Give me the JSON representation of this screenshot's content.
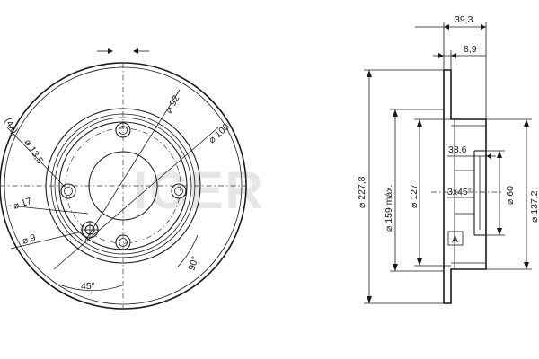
{
  "brand": {
    "watermark": "ICER",
    "watermark_color": "#e6e6e6"
  },
  "front_view": {
    "holes_label": "(4x)",
    "hole_diameter": "⌀ 13,5",
    "pcd_label": "⌀ 100",
    "bore_label": "⌀ 92",
    "center_hole_label": "⌀ 17",
    "small_hole_label": "⌀ 9",
    "angle_45": "45°",
    "angle_90": "90°"
  },
  "side_view": {
    "thickness_total": "39,3",
    "thickness_disc": "8,9",
    "diameter_outer": "⌀ 227,8",
    "diameter_min": "⌀ 159 máx.",
    "diameter_127": "⌀ 127",
    "depth_336": "33,6",
    "chamfer": "3x45°",
    "diameter_60": "⌀ 60",
    "diameter_1372": "⌀ 137,2",
    "datum": "A"
  }
}
